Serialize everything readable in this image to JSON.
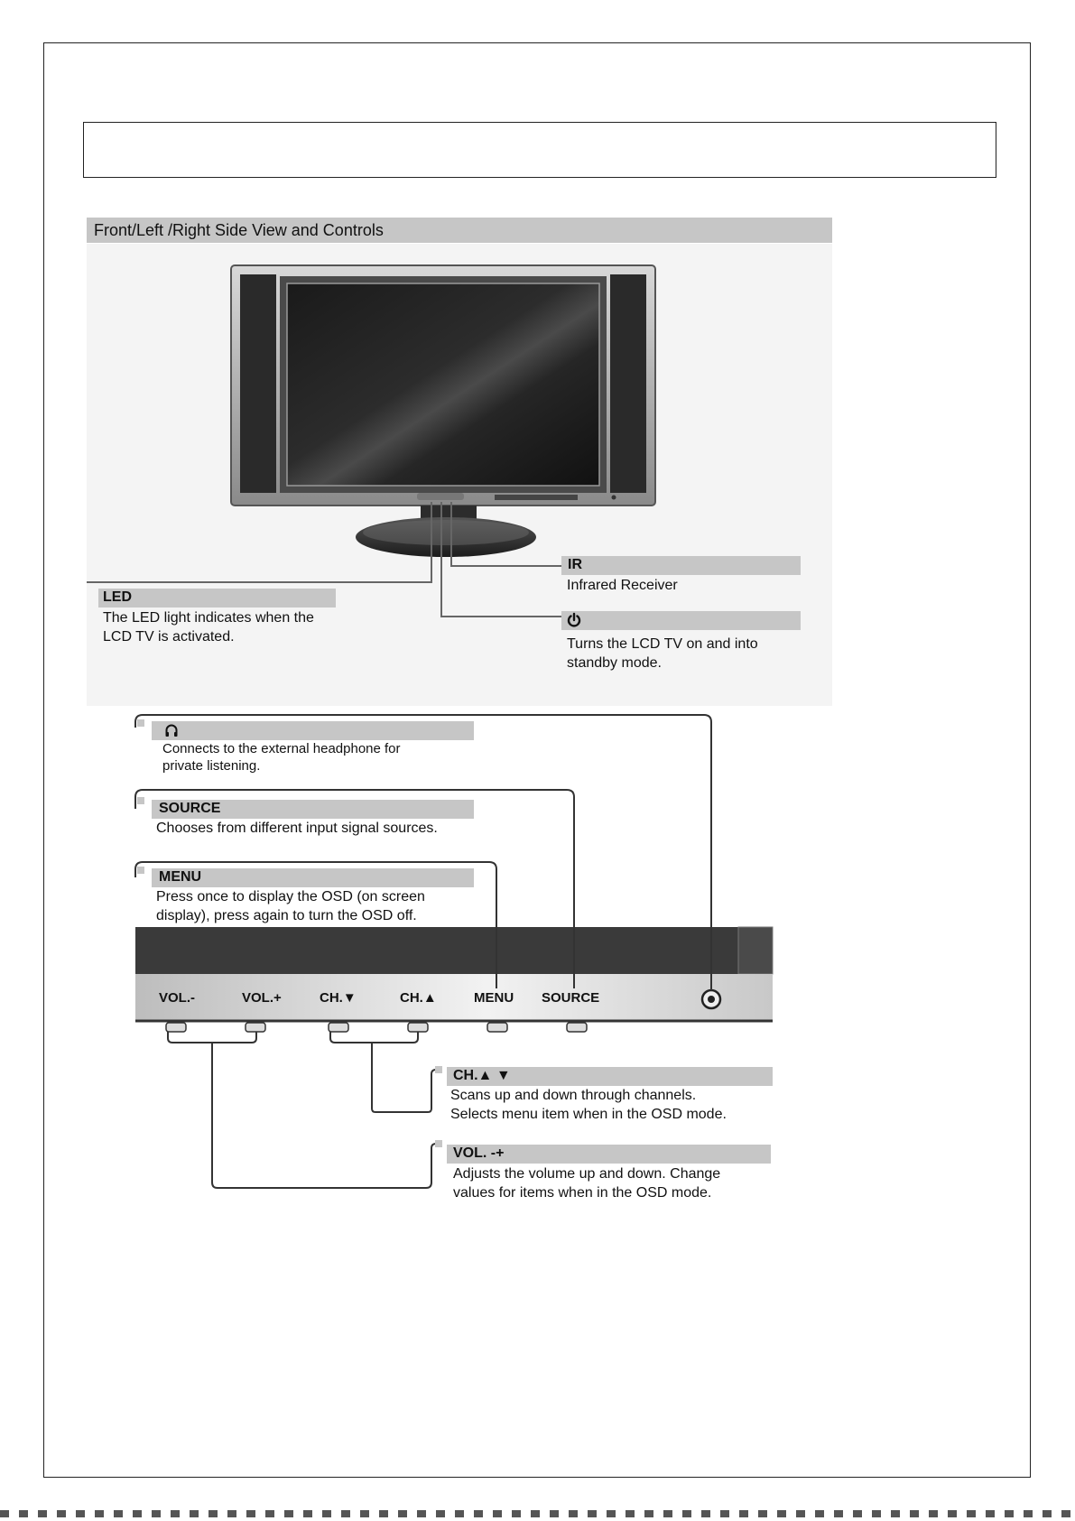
{
  "section": {
    "title": "Front/Left /Right Side View and Controls"
  },
  "callouts": {
    "led": {
      "label": "LED",
      "desc_1": "The LED light indicates when the",
      "desc_2": "LCD TV is activated."
    },
    "ir": {
      "label": "IR",
      "desc_1": "Infrared Receiver"
    },
    "power": {
      "label": "power-icon",
      "desc_1": "Turns the LCD TV on and into",
      "desc_2": "standby mode."
    },
    "headphone": {
      "label": "headphone-icon",
      "desc_1": "Connects to the external headphone for",
      "desc_2": "private listening."
    },
    "source": {
      "label": "SOURCE",
      "desc_1": "Chooses from different input signal sources."
    },
    "menu": {
      "label": "MENU",
      "desc_1": "Press once to display the OSD (on screen",
      "desc_2": "display), press again to turn the OSD off."
    },
    "ch": {
      "label": "CH.▲ ▼",
      "desc_1": "Scans up and down through channels.",
      "desc_2": "Selects menu item when in the OSD mode."
    },
    "vol": {
      "label": "VOL. -+",
      "desc_1": "Adjusts the volume up and down. Change",
      "desc_2": "values for items when in the OSD mode."
    }
  },
  "panel_buttons": {
    "vol_minus": "VOL.-",
    "vol_plus": "VOL.+",
    "ch_down": "CH.▼",
    "ch_up": "CH.▲",
    "menu": "MENU",
    "source": "SOURCE"
  },
  "colors": {
    "label_bar": "#c6c6c6",
    "panel_dark": "#3a3a3a",
    "line": "#333333"
  }
}
